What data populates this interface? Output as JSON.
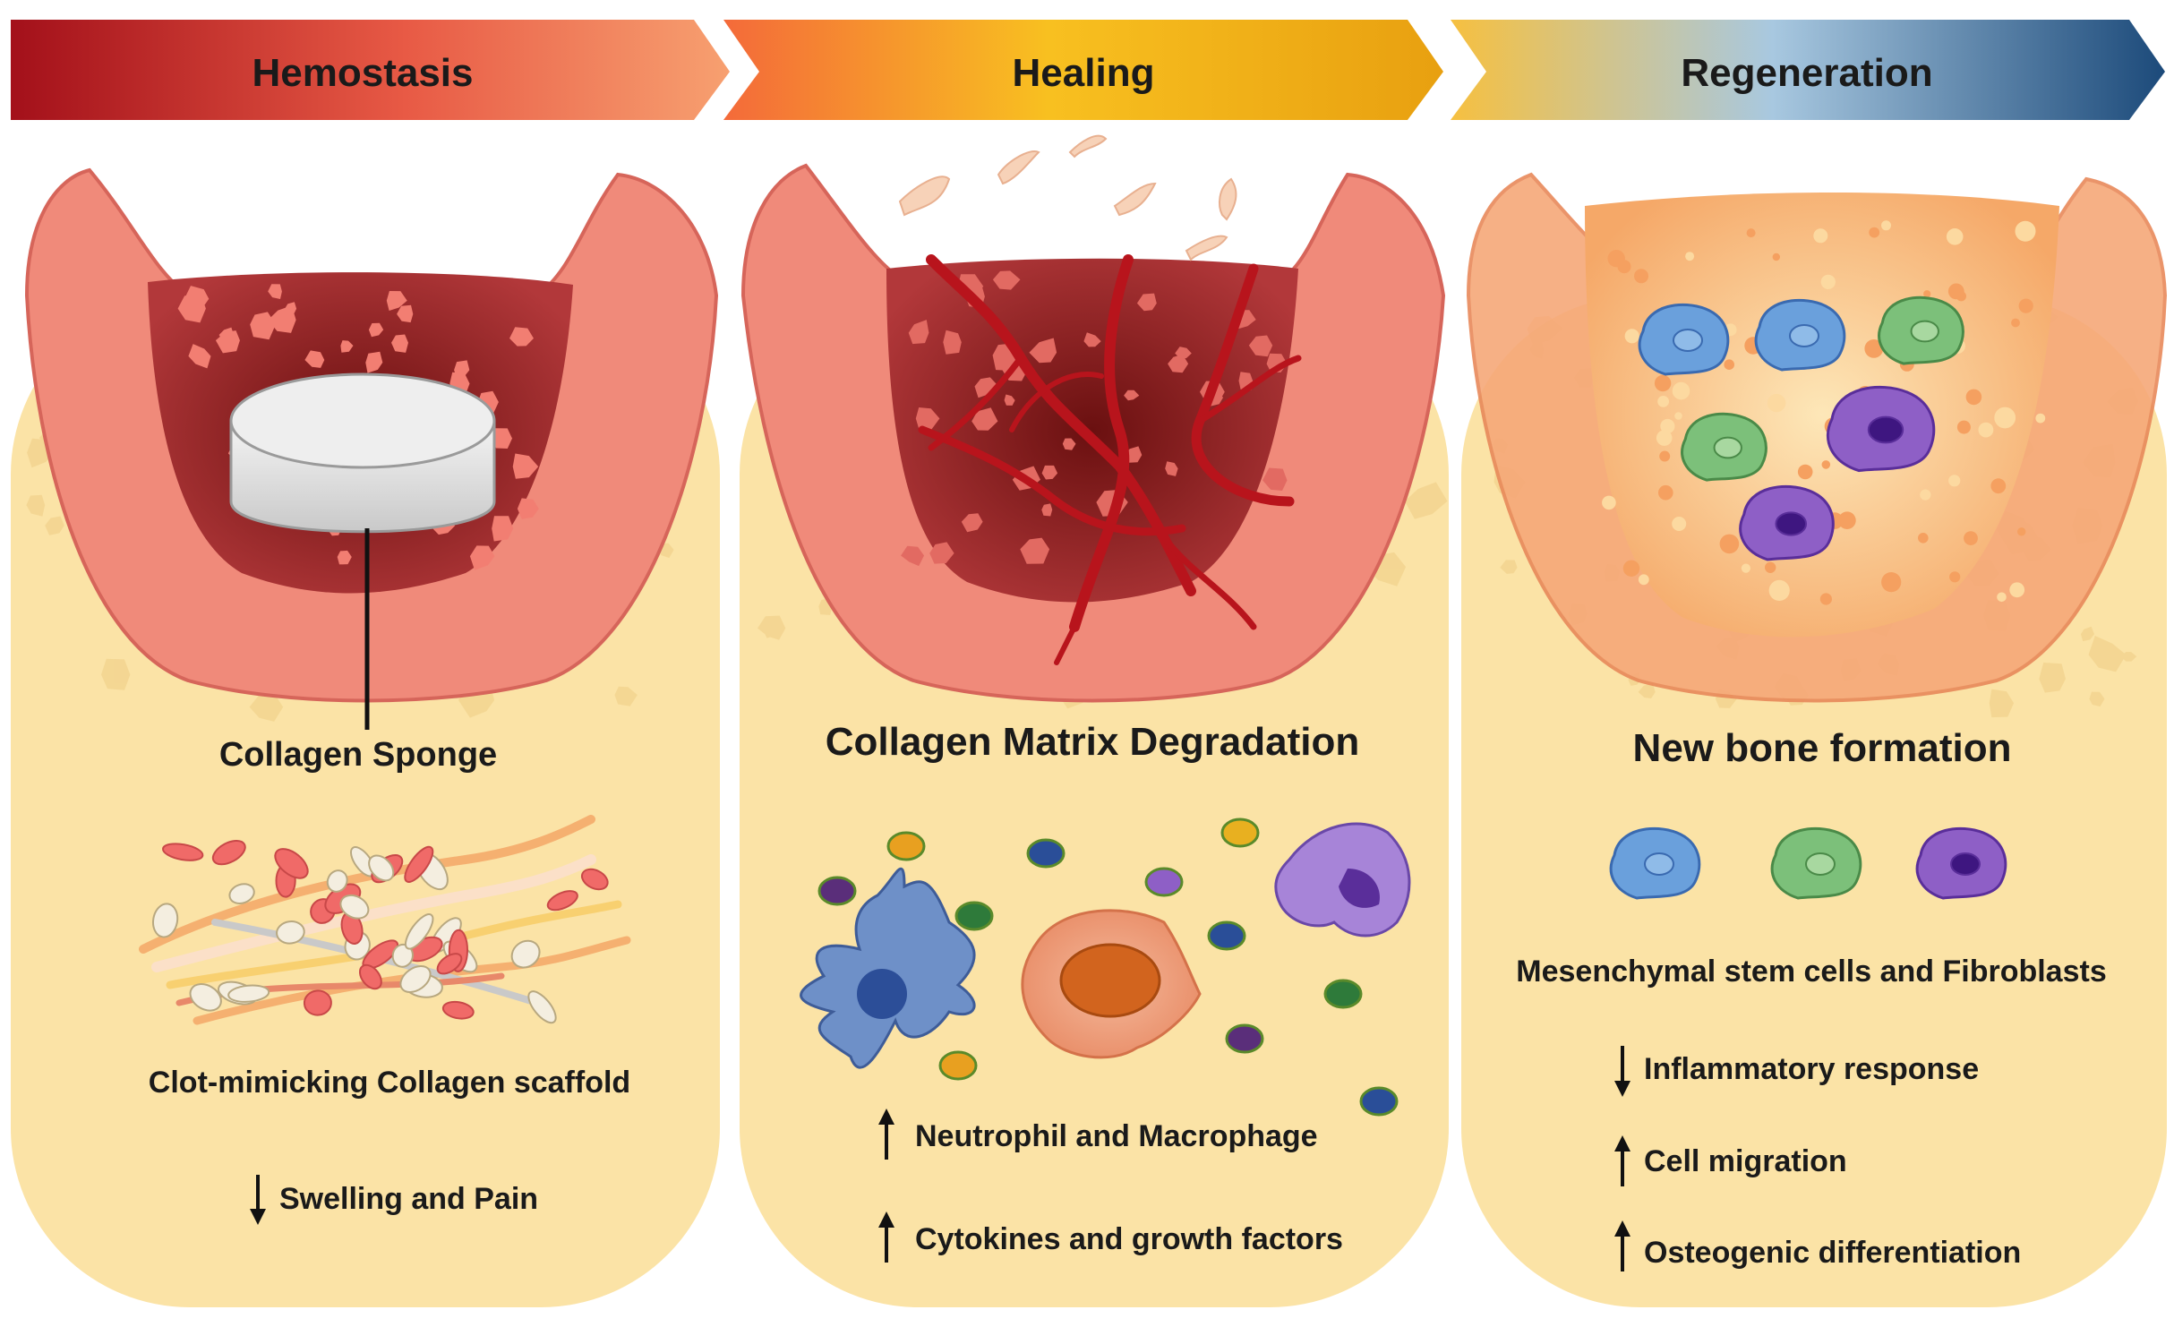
{
  "phases": [
    {
      "title": "Hemostasis"
    },
    {
      "title": "Healing"
    },
    {
      "title": "Regeneration"
    }
  ],
  "panels": {
    "hemostasis": {
      "sponge_label": "Collagen Sponge",
      "scaffold_label": "Clot-mimicking Collagen scaffold",
      "effects": [
        {
          "direction": "down",
          "text": "Swelling and Pain"
        }
      ]
    },
    "healing": {
      "heading": "Collagen Matrix Degradation",
      "effects": [
        {
          "direction": "up",
          "text": "Neutrophil and Macrophage"
        },
        {
          "direction": "up",
          "text": "Cytokines and growth factors"
        }
      ]
    },
    "regeneration": {
      "heading": "New bone formation",
      "cells_label": "Mesenchymal stem cells and Fibroblasts",
      "effects": [
        {
          "direction": "down",
          "text": "Inflammatory response"
        },
        {
          "direction": "up",
          "text": "Cell migration"
        },
        {
          "direction": "up",
          "text": "Osteogenic differentiation"
        }
      ]
    }
  },
  "colors": {
    "bone": "#fbe3a6",
    "bone_dark": "#efcd84",
    "gum": "#f08a7a",
    "gum_dark": "#c84c4a",
    "socket": "#8a1e1e",
    "vessel": "#b8141c",
    "cell_blue": "#6aa0dc",
    "cell_green": "#7cc07a",
    "cell_purple": "#8e5fc6"
  }
}
